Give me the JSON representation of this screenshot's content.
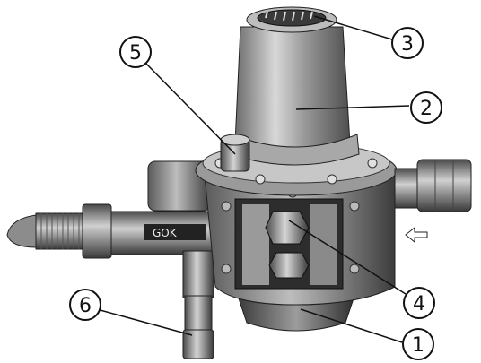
{
  "callouts": [
    {
      "id": "1",
      "label": "①"
    },
    {
      "id": "2",
      "label": "②"
    },
    {
      "id": "3",
      "label": "③"
    },
    {
      "id": "4",
      "label": "④"
    },
    {
      "id": "5",
      "label": "⑤"
    },
    {
      "id": "6",
      "label": "⑥"
    }
  ],
  "product_marking": "GOK",
  "flow_arrow_icon": "arrow-left-icon"
}
